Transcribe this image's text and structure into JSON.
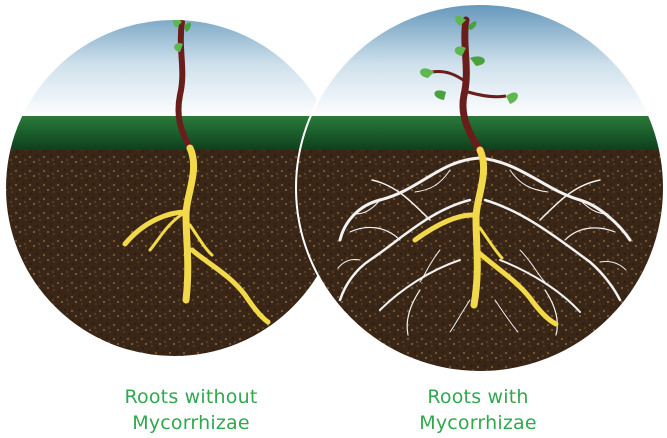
{
  "panels": [
    {
      "caption_line1": "Roots without",
      "caption_line2": "Mycorrhizae",
      "mycorrhizae": false
    },
    {
      "caption_line1": "Roots with",
      "caption_line2": "Mycorrhizae",
      "mycorrhizae": true
    }
  ],
  "colors": {
    "caption": "#2fa84f",
    "sky_top": "#5d92b8",
    "sky_bottom": "#ffffff",
    "grass": "#1f6b32",
    "soil": "#3a2616",
    "stem": "#6a1e1c",
    "root": "#f2d94a",
    "hyphae": "#f2f2f2",
    "leaf": "#5fb84f"
  }
}
